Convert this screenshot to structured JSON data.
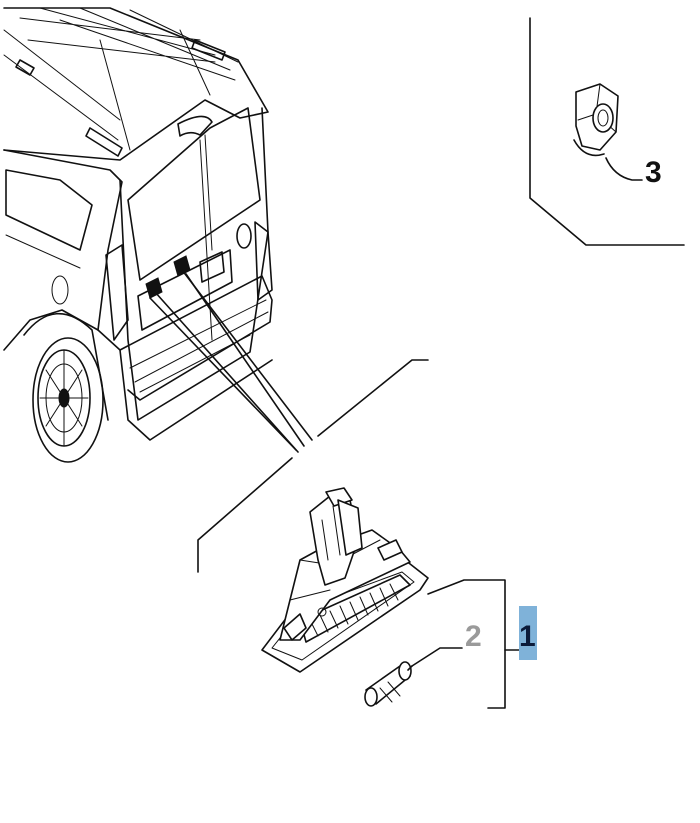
{
  "callouts": {
    "part_1": {
      "label": "1",
      "color": "#0b1a3a",
      "highlight": "#7fb2d9"
    },
    "part_2": {
      "label": "2",
      "color": "#9a9a9a"
    },
    "part_3": {
      "label": "3",
      "color": "#111111"
    }
  },
  "colors": {
    "line": "#111111",
    "background": "#ffffff"
  }
}
